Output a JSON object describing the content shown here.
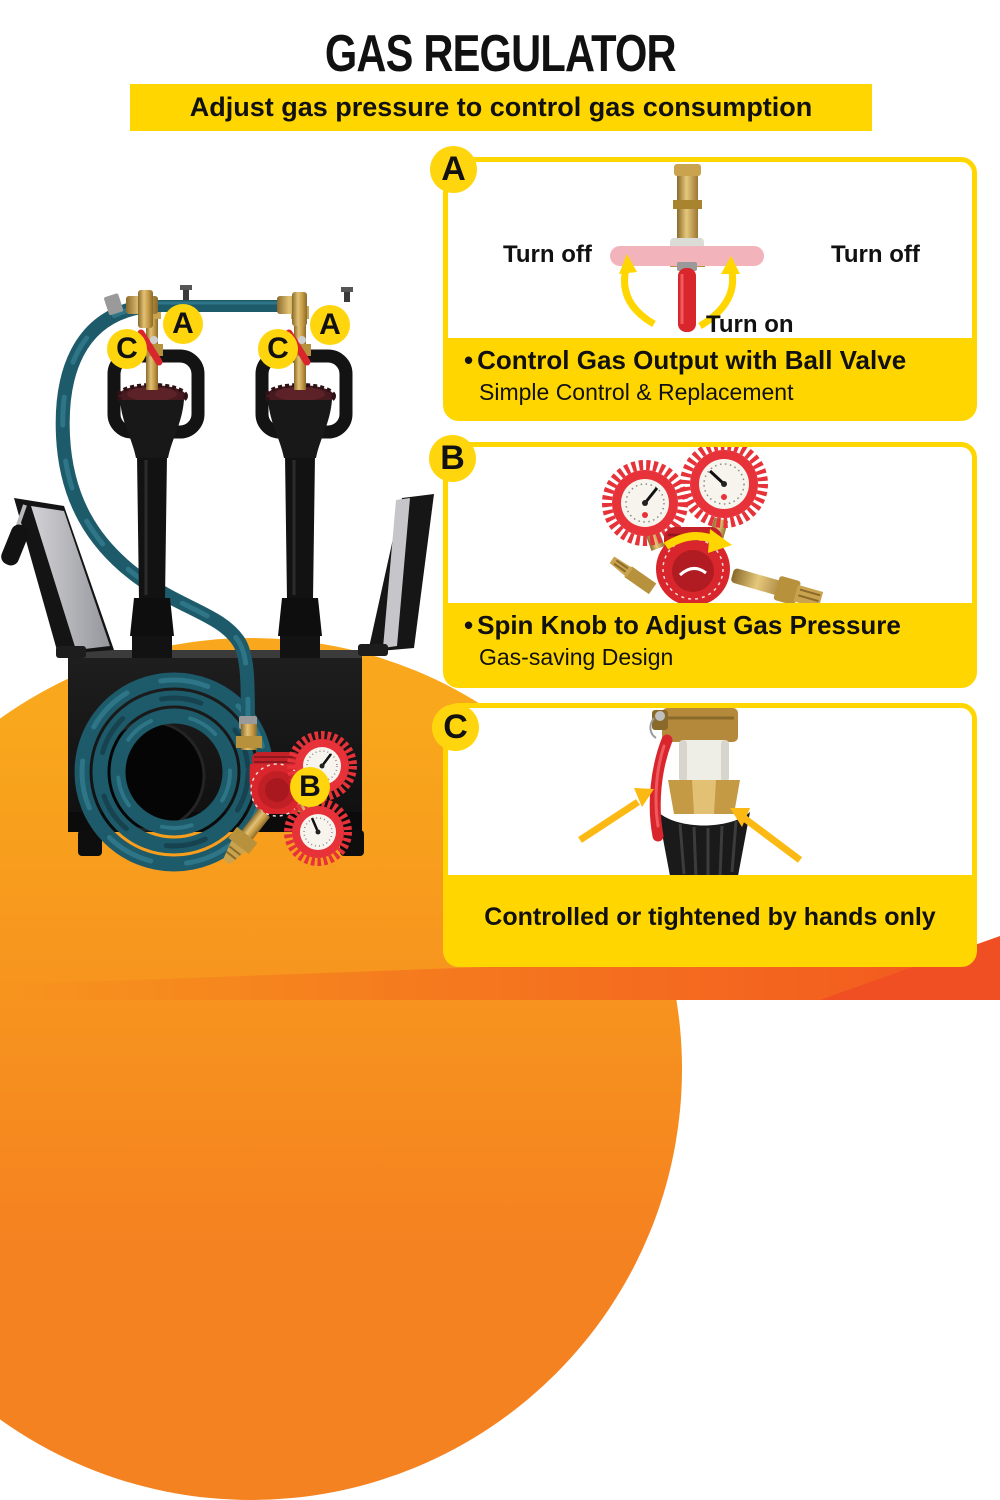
{
  "title": "GAS REGULATOR",
  "banner": "Adjust gas pressure to control gas consumption",
  "letters": {
    "a": "A",
    "b": "B",
    "c": "C"
  },
  "panels": {
    "a": {
      "bullet": "•",
      "heading": "Control Gas Output with Ball Valve",
      "subheading": "Simple Control & Replacement",
      "turn_off_left": "Turn off",
      "turn_off_right": "Turn off",
      "turn_on": "Turn on"
    },
    "b": {
      "bullet": "•",
      "heading": "Spin Knob to Adjust Gas Pressure",
      "subheading": "Gas-saving Design"
    },
    "c": {
      "caption": "Controlled or tightened by hands only"
    }
  },
  "illustrations": {
    "product": "propane-forge-with-two-burners",
    "panel_a": "ball-valve",
    "panel_b": "gas-pressure-regulator",
    "panel_c": "hand-tightened-valve"
  },
  "colors": {
    "yellow": "#ffd600",
    "badge_yellow": "#ffd60e",
    "orange_blob_top": "#f9a71c",
    "orange_blob_bottom": "#f58220",
    "band_left": "#f7941e",
    "band_right": "#f2571f",
    "wedge": "#f04e23",
    "hose_teal": "#1d5a6a",
    "valve_red": "#d8262c",
    "brass": "#c49a45",
    "text": "#111111"
  }
}
